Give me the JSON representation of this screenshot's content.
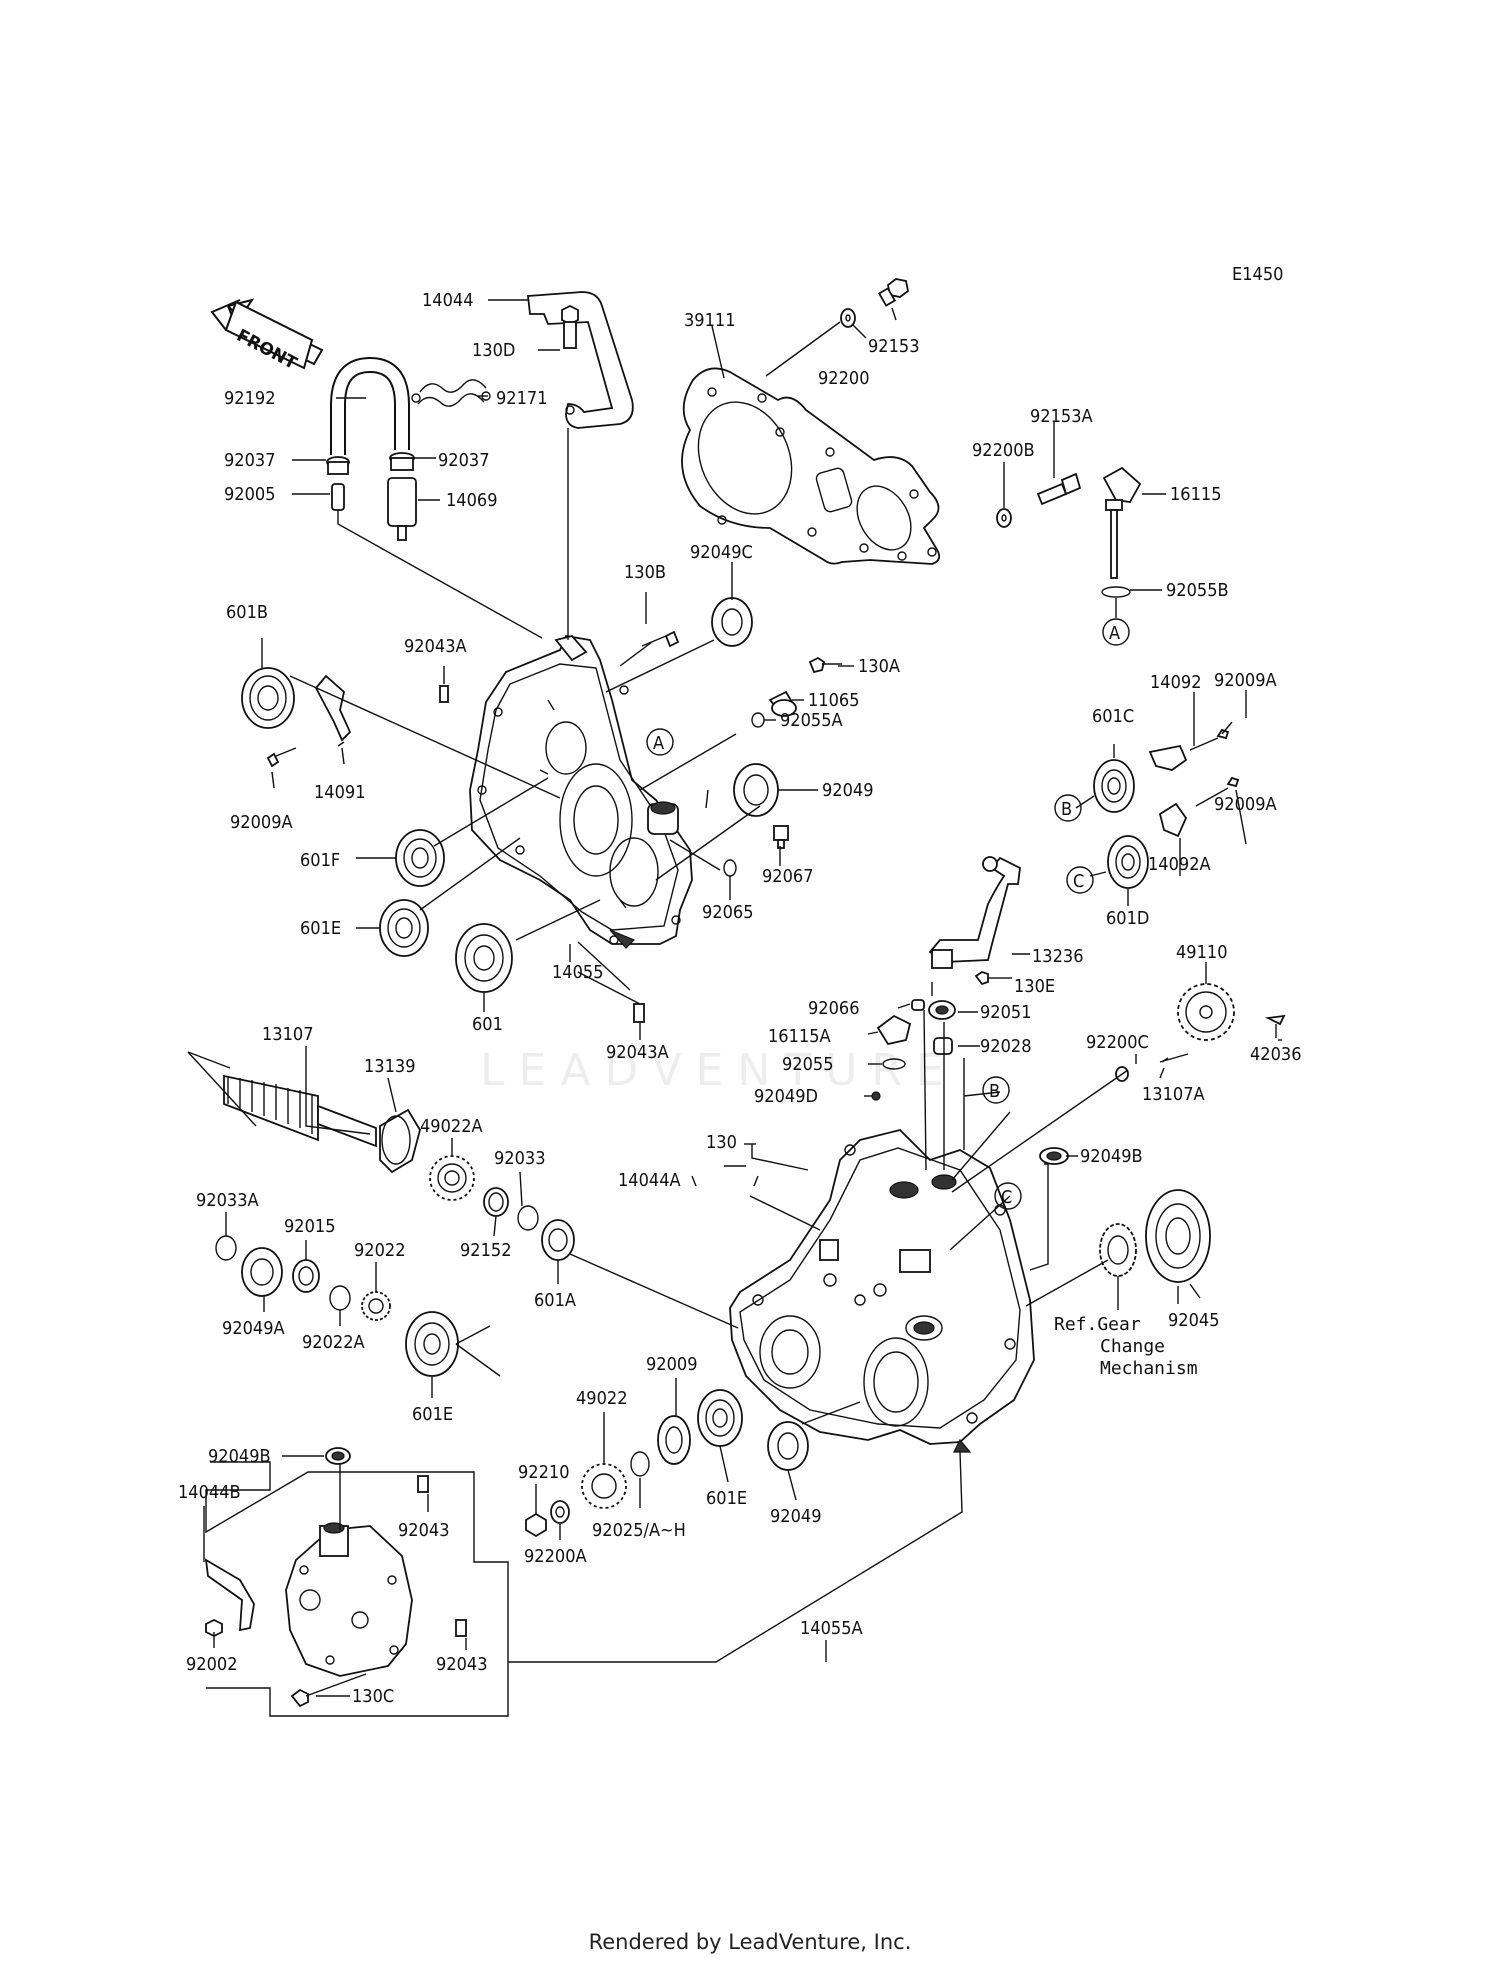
{
  "diagram_code": "E1450",
  "front_label": "FRONT",
  "watermark": "LEADVENTURE",
  "footer": "Rendered by LeadVenture, Inc.",
  "reference_note": [
    "Ref.Gear",
    "Change",
    "Mechanism"
  ],
  "parts": [
    {
      "id": "p14044",
      "text": "14044"
    },
    {
      "id": "p130D",
      "text": "130D"
    },
    {
      "id": "p39111",
      "text": "39111"
    },
    {
      "id": "p92200",
      "text": "92200"
    },
    {
      "id": "p92153",
      "text": "92153"
    },
    {
      "id": "p92192",
      "text": "92192"
    },
    {
      "id": "p92171",
      "text": "92171"
    },
    {
      "id": "p92037a",
      "text": "92037"
    },
    {
      "id": "p92037b",
      "text": "92037"
    },
    {
      "id": "p92005",
      "text": "92005"
    },
    {
      "id": "p14069",
      "text": "14069"
    },
    {
      "id": "p92153A",
      "text": "92153A"
    },
    {
      "id": "p92200B",
      "text": "92200B"
    },
    {
      "id": "p16115",
      "text": "16115"
    },
    {
      "id": "p92055B",
      "text": "92055B"
    },
    {
      "id": "p130B",
      "text": "130B"
    },
    {
      "id": "p92049C",
      "text": "92049C"
    },
    {
      "id": "p601B",
      "text": "601B"
    },
    {
      "id": "p92043A",
      "text": "92043A"
    },
    {
      "id": "p130A",
      "text": "130A"
    },
    {
      "id": "p11065",
      "text": "11065"
    },
    {
      "id": "p92055A",
      "text": "92055A"
    },
    {
      "id": "p92049a",
      "text": "92049"
    },
    {
      "id": "p14091",
      "text": "14091"
    },
    {
      "id": "p92009A",
      "text": "92009A"
    },
    {
      "id": "p601F",
      "text": "601F"
    },
    {
      "id": "p92067",
      "text": "92067"
    },
    {
      "id": "p92065",
      "text": "92065"
    },
    {
      "id": "p601Ea",
      "text": "601E"
    },
    {
      "id": "p601",
      "text": "601"
    },
    {
      "id": "p14055",
      "text": "14055"
    },
    {
      "id": "p92043Ab",
      "text": "92043A"
    },
    {
      "id": "p14092",
      "text": "14092"
    },
    {
      "id": "p92009Ab",
      "text": "92009A"
    },
    {
      "id": "p601C",
      "text": "601C"
    },
    {
      "id": "p92009Ac",
      "text": "92009A"
    },
    {
      "id": "p14092A",
      "text": "14092A"
    },
    {
      "id": "p601D",
      "text": "601D"
    },
    {
      "id": "p13236",
      "text": "13236"
    },
    {
      "id": "p130E",
      "text": "130E"
    },
    {
      "id": "p49110",
      "text": "49110"
    },
    {
      "id": "p92066",
      "text": "92066"
    },
    {
      "id": "p92051",
      "text": "92051"
    },
    {
      "id": "p16115A",
      "text": "16115A"
    },
    {
      "id": "p92200C",
      "text": "92200C"
    },
    {
      "id": "p92028",
      "text": "92028"
    },
    {
      "id": "p42036",
      "text": "42036"
    },
    {
      "id": "p92055",
      "text": "92055"
    },
    {
      "id": "p92049D",
      "text": "92049D"
    },
    {
      "id": "p13107A",
      "text": "13107A"
    },
    {
      "id": "p13107",
      "text": "13107"
    },
    {
      "id": "p13139",
      "text": "13139"
    },
    {
      "id": "p49022A",
      "text": "49022A"
    },
    {
      "id": "p92033",
      "text": "92033"
    },
    {
      "id": "p130",
      "text": "130"
    },
    {
      "id": "p14044A",
      "text": "14044A"
    },
    {
      "id": "p92049B",
      "text": "92049B"
    },
    {
      "id": "p92033A",
      "text": "92033A"
    },
    {
      "id": "p92015",
      "text": "92015"
    },
    {
      "id": "p92022",
      "text": "92022"
    },
    {
      "id": "p92152",
      "text": "92152"
    },
    {
      "id": "p601A",
      "text": "601A"
    },
    {
      "id": "p92045",
      "text": "92045"
    },
    {
      "id": "p92049A",
      "text": "92049A"
    },
    {
      "id": "p92022A",
      "text": "92022A"
    },
    {
      "id": "p601Eb",
      "text": "601E"
    },
    {
      "id": "p92009",
      "text": "92009"
    },
    {
      "id": "p49022",
      "text": "49022"
    },
    {
      "id": "p92049Bb",
      "text": "92049B"
    },
    {
      "id": "p92210",
      "text": "92210"
    },
    {
      "id": "p601Ec",
      "text": "601E"
    },
    {
      "id": "p92049b",
      "text": "92049"
    },
    {
      "id": "p14044B",
      "text": "14044B"
    },
    {
      "id": "p92043a",
      "text": "92043"
    },
    {
      "id": "p92025",
      "text": "92025/A~H"
    },
    {
      "id": "p92200A",
      "text": "92200A"
    },
    {
      "id": "p92002",
      "text": "92002"
    },
    {
      "id": "p92043b",
      "text": "92043"
    },
    {
      "id": "p130C",
      "text": "130C"
    },
    {
      "id": "p14055A",
      "text": "14055A"
    }
  ],
  "callouts": [
    {
      "id": "cA1",
      "text": "A"
    },
    {
      "id": "cA2",
      "text": "A"
    },
    {
      "id": "cB1",
      "text": "B"
    },
    {
      "id": "cB2",
      "text": "B"
    },
    {
      "id": "cC1",
      "text": "C"
    },
    {
      "id": "cC2",
      "text": "C"
    }
  ]
}
